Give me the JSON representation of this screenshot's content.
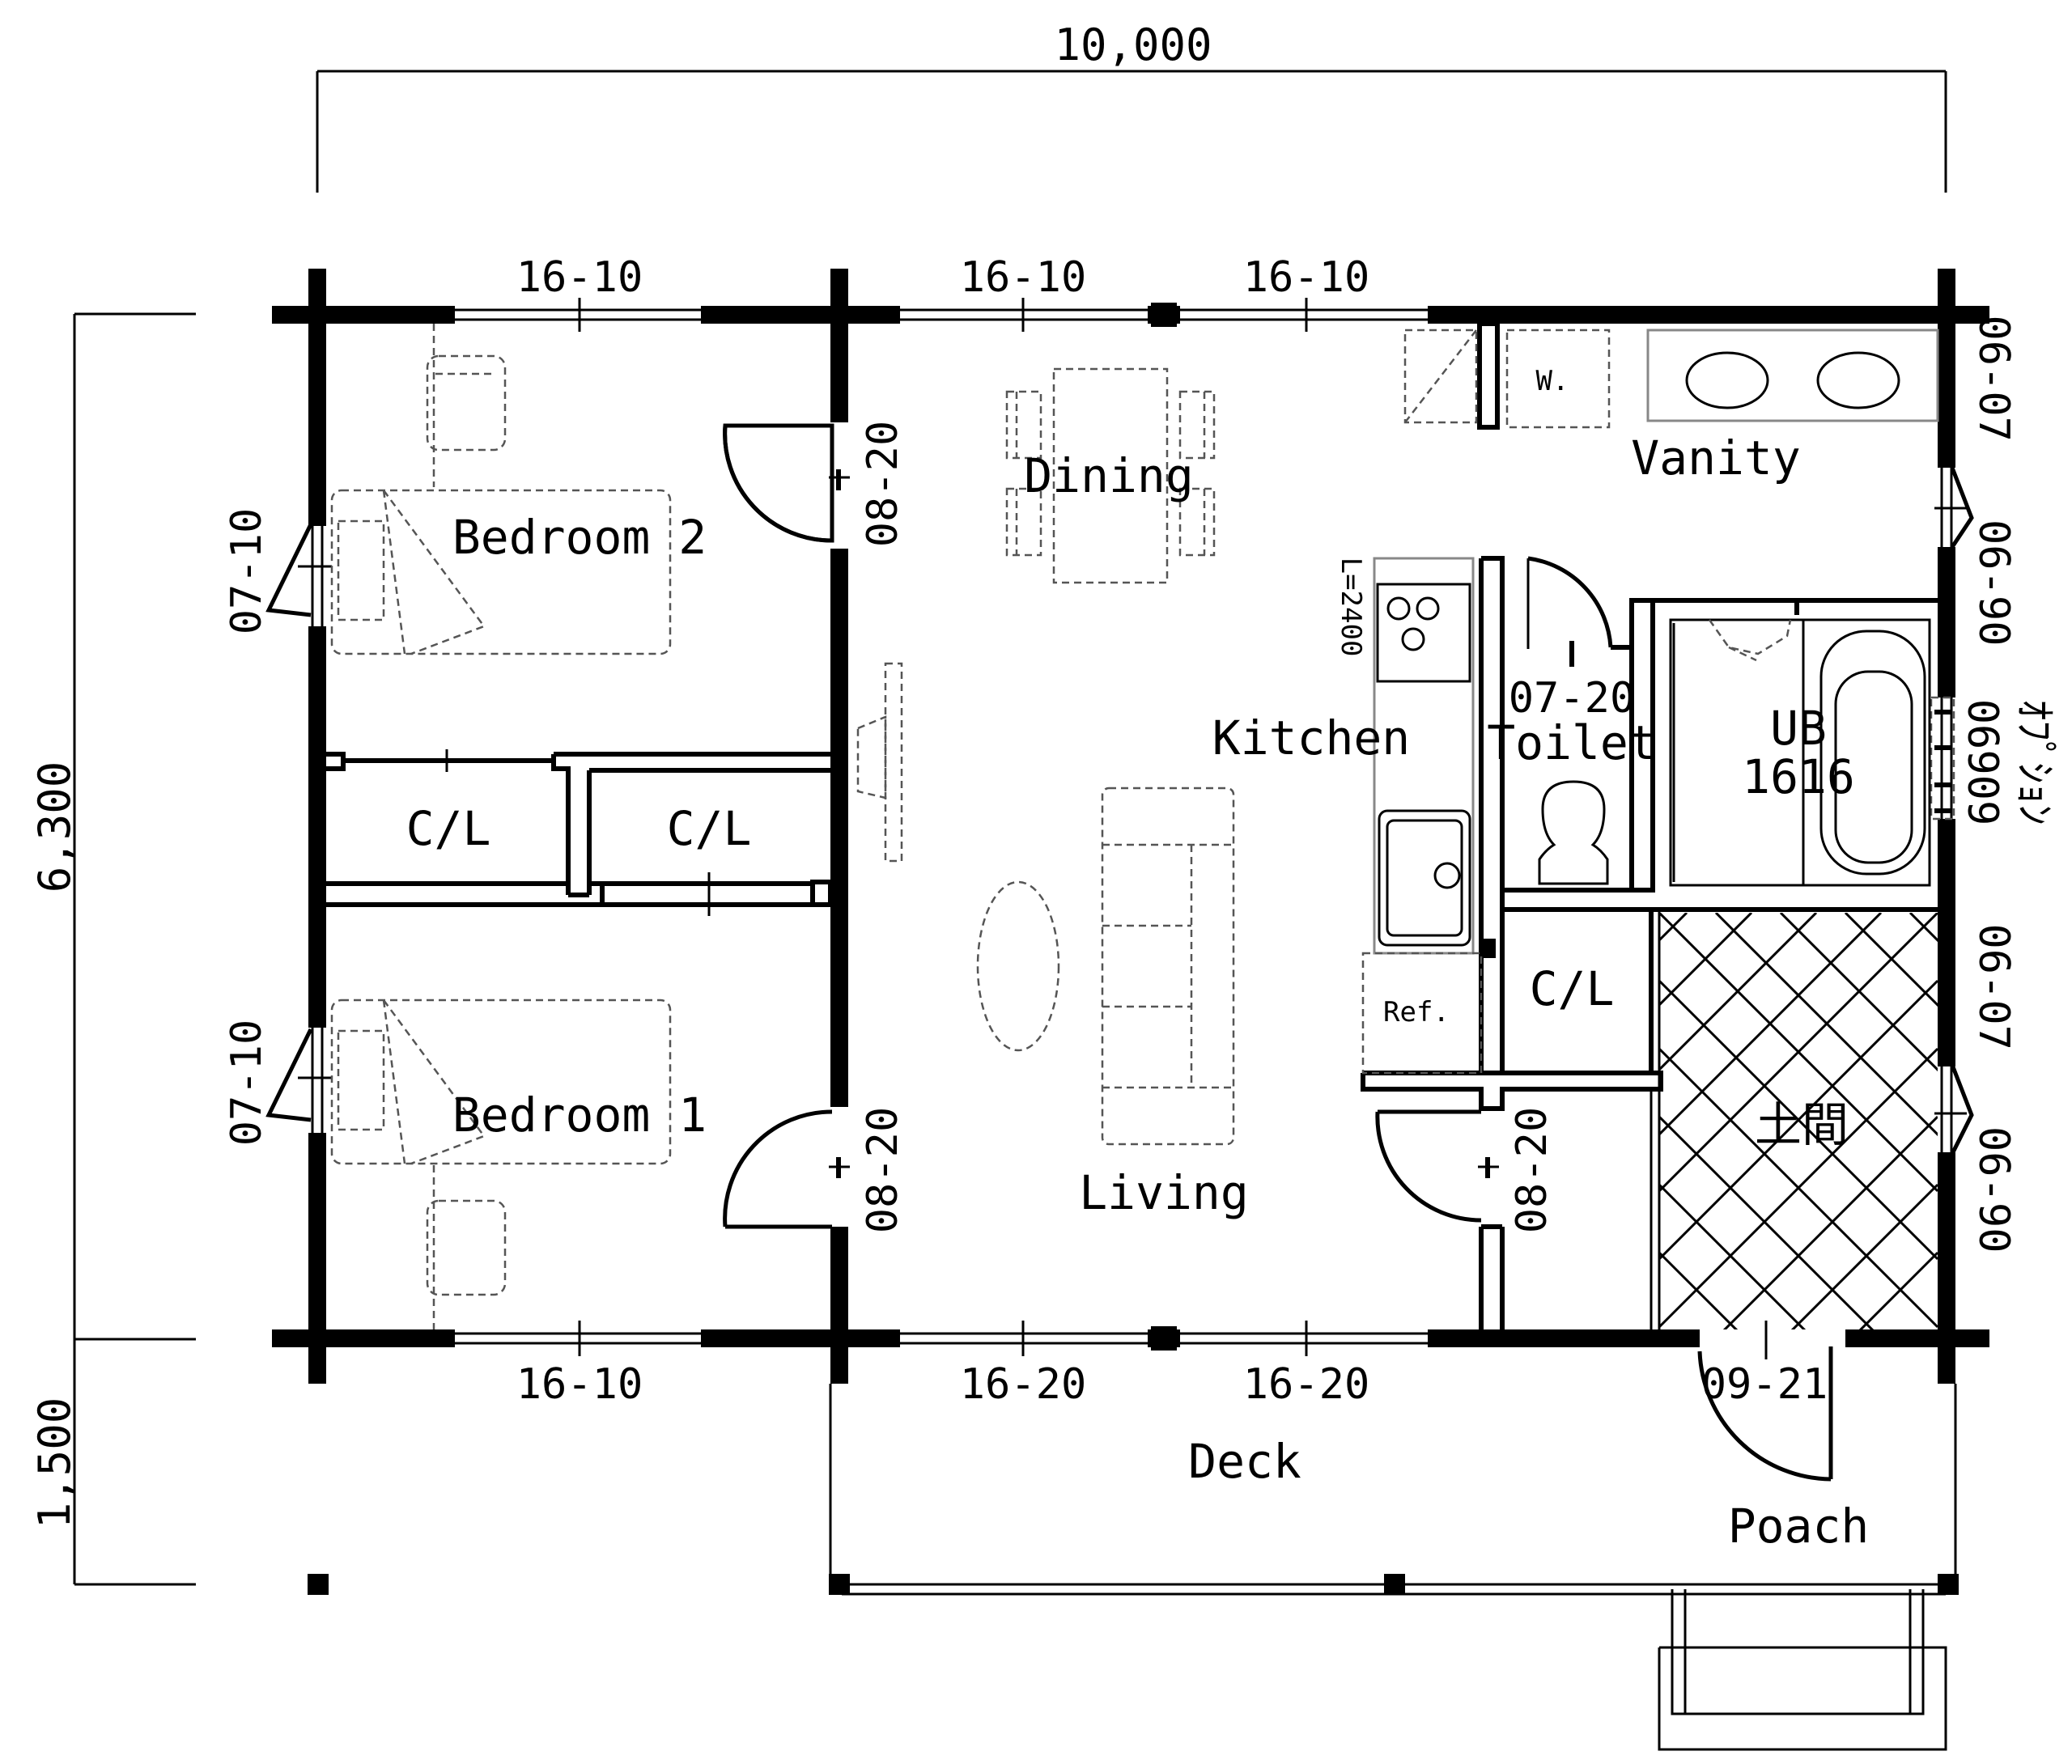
{
  "dimensions": {
    "overall_width": "10,000",
    "overall_depth": "6,300",
    "deck_depth": "1,500"
  },
  "rooms": {
    "bedroom2": "Bedroom 2",
    "bedroom1": "Bedroom 1",
    "dining": "Dining",
    "kitchen": "Kitchen",
    "living": "Living",
    "vanity": "Vanity",
    "toilet": "Toilet",
    "ub": "UB",
    "ub_size": "1616",
    "closet_left": "C/L",
    "closet_mid": "C/L",
    "closet_right": "C/L",
    "doma": "土間",
    "deck": "Deck",
    "poach": "Poach"
  },
  "fixtures": {
    "washer": "W.",
    "refrigerator": "Ref.",
    "counter_length": "L=2400"
  },
  "windows": {
    "top_1": "16-10",
    "top_2": "16-10",
    "top_3": "16-10",
    "bottom_1": "16-10",
    "bottom_2": "16-20",
    "bottom_3": "16-20",
    "left_upper": "07-10",
    "left_lower": "07-10",
    "right_upper": "06-07",
    "right_upper_b": "06-90",
    "right_lower": "06-07",
    "right_lower_b": "06-90",
    "bath_window": "06909",
    "bath_option": "ｵﾌﾟｼｮﾝ"
  },
  "doors": {
    "bedroom2_door": "08-20",
    "bedroom1_door": "08-20",
    "hall_door": "08-20",
    "toilet_door": "07-20",
    "entry_door": "09-21"
  }
}
